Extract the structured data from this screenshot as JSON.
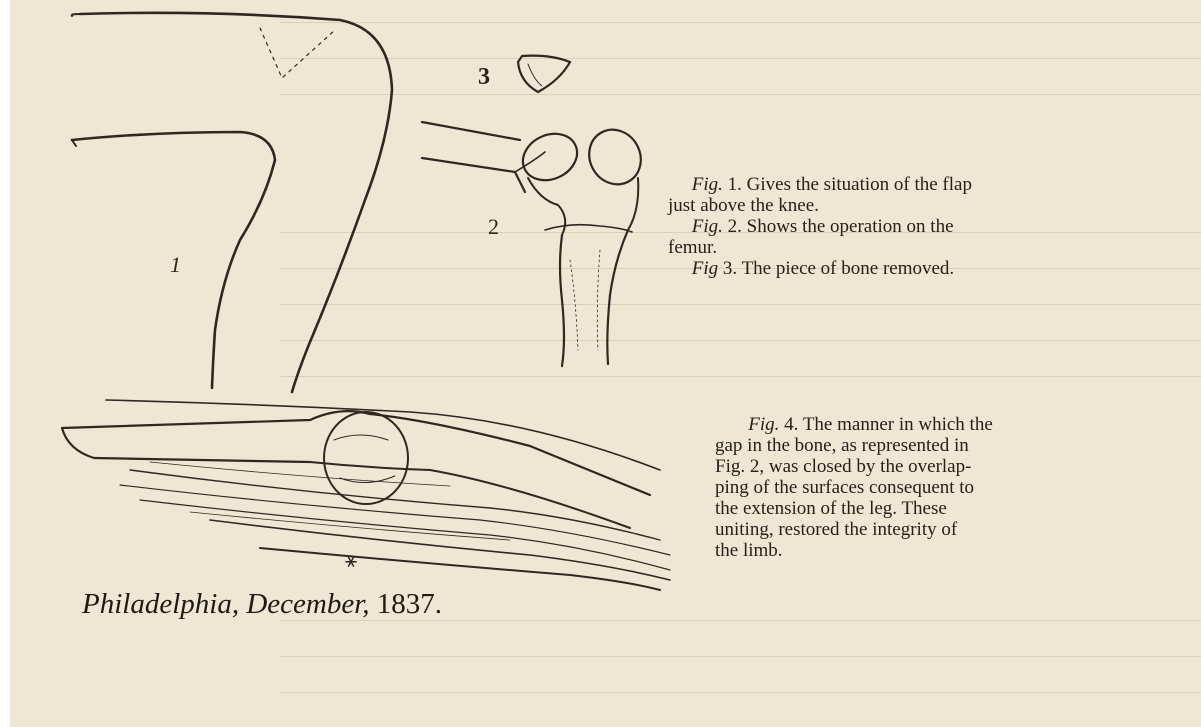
{
  "figures": {
    "fig1_label": "1",
    "fig2_label": "2",
    "fig3_label": "3",
    "fig4_label": "⚹"
  },
  "captions_upper": {
    "fig1_prefix": "Fig.",
    "fig1_num": "1.",
    "fig1_text_line1": "Gives the situation of the flap",
    "fig1_text_line2": "just above the knee.",
    "fig2_prefix": "Fig.",
    "fig2_num": "2.",
    "fig2_text_line1": "Shows the operation on the",
    "fig2_text_line2": "femur.",
    "fig3_prefix": "Fig",
    "fig3_num": "3.",
    "fig3_text": "The piece of bone removed."
  },
  "caption_lower": {
    "fig4_prefix": "Fig.",
    "fig4_num": "4.",
    "line1": "The manner in which the",
    "line2": "gap in the bone, as represented in",
    "line3": "Fig. 2, was closed by the overlap-",
    "line4": "ping of the surfaces consequent to",
    "line5": "the extension of the leg. These",
    "line6": "uniting, restored the integrity of",
    "line7": "the limb."
  },
  "footer": {
    "place": "Philadelphia,",
    "month": "December,",
    "year": "1837."
  },
  "colors": {
    "paper": "#efe7d3",
    "ink": "#2a241c"
  }
}
